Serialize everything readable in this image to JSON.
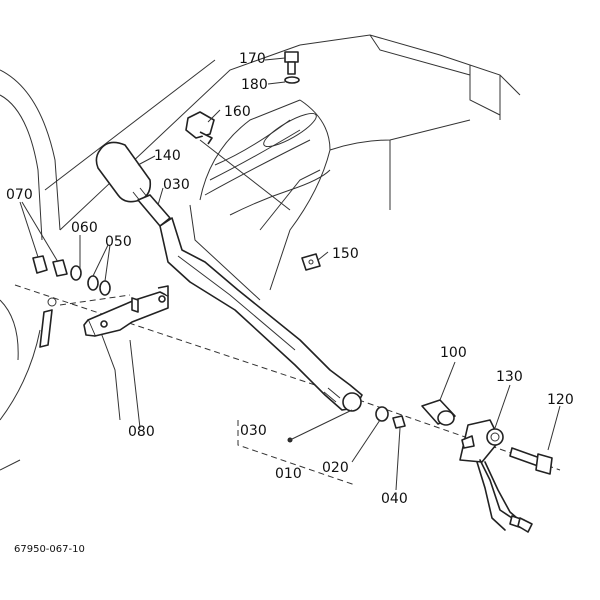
{
  "diagram": {
    "drawing_code": "67950-067-10",
    "part_labels": {
      "p170": "170",
      "p180": "180",
      "p160": "160",
      "p140": "140",
      "p030_top": "030",
      "p070": "070",
      "p060": "060",
      "p050": "050",
      "p150": "150",
      "p080": "080",
      "p100": "100",
      "p130": "130",
      "p120": "120",
      "p030_bottom": "030",
      "p010": "010",
      "p020": "020",
      "p040": "040"
    }
  }
}
